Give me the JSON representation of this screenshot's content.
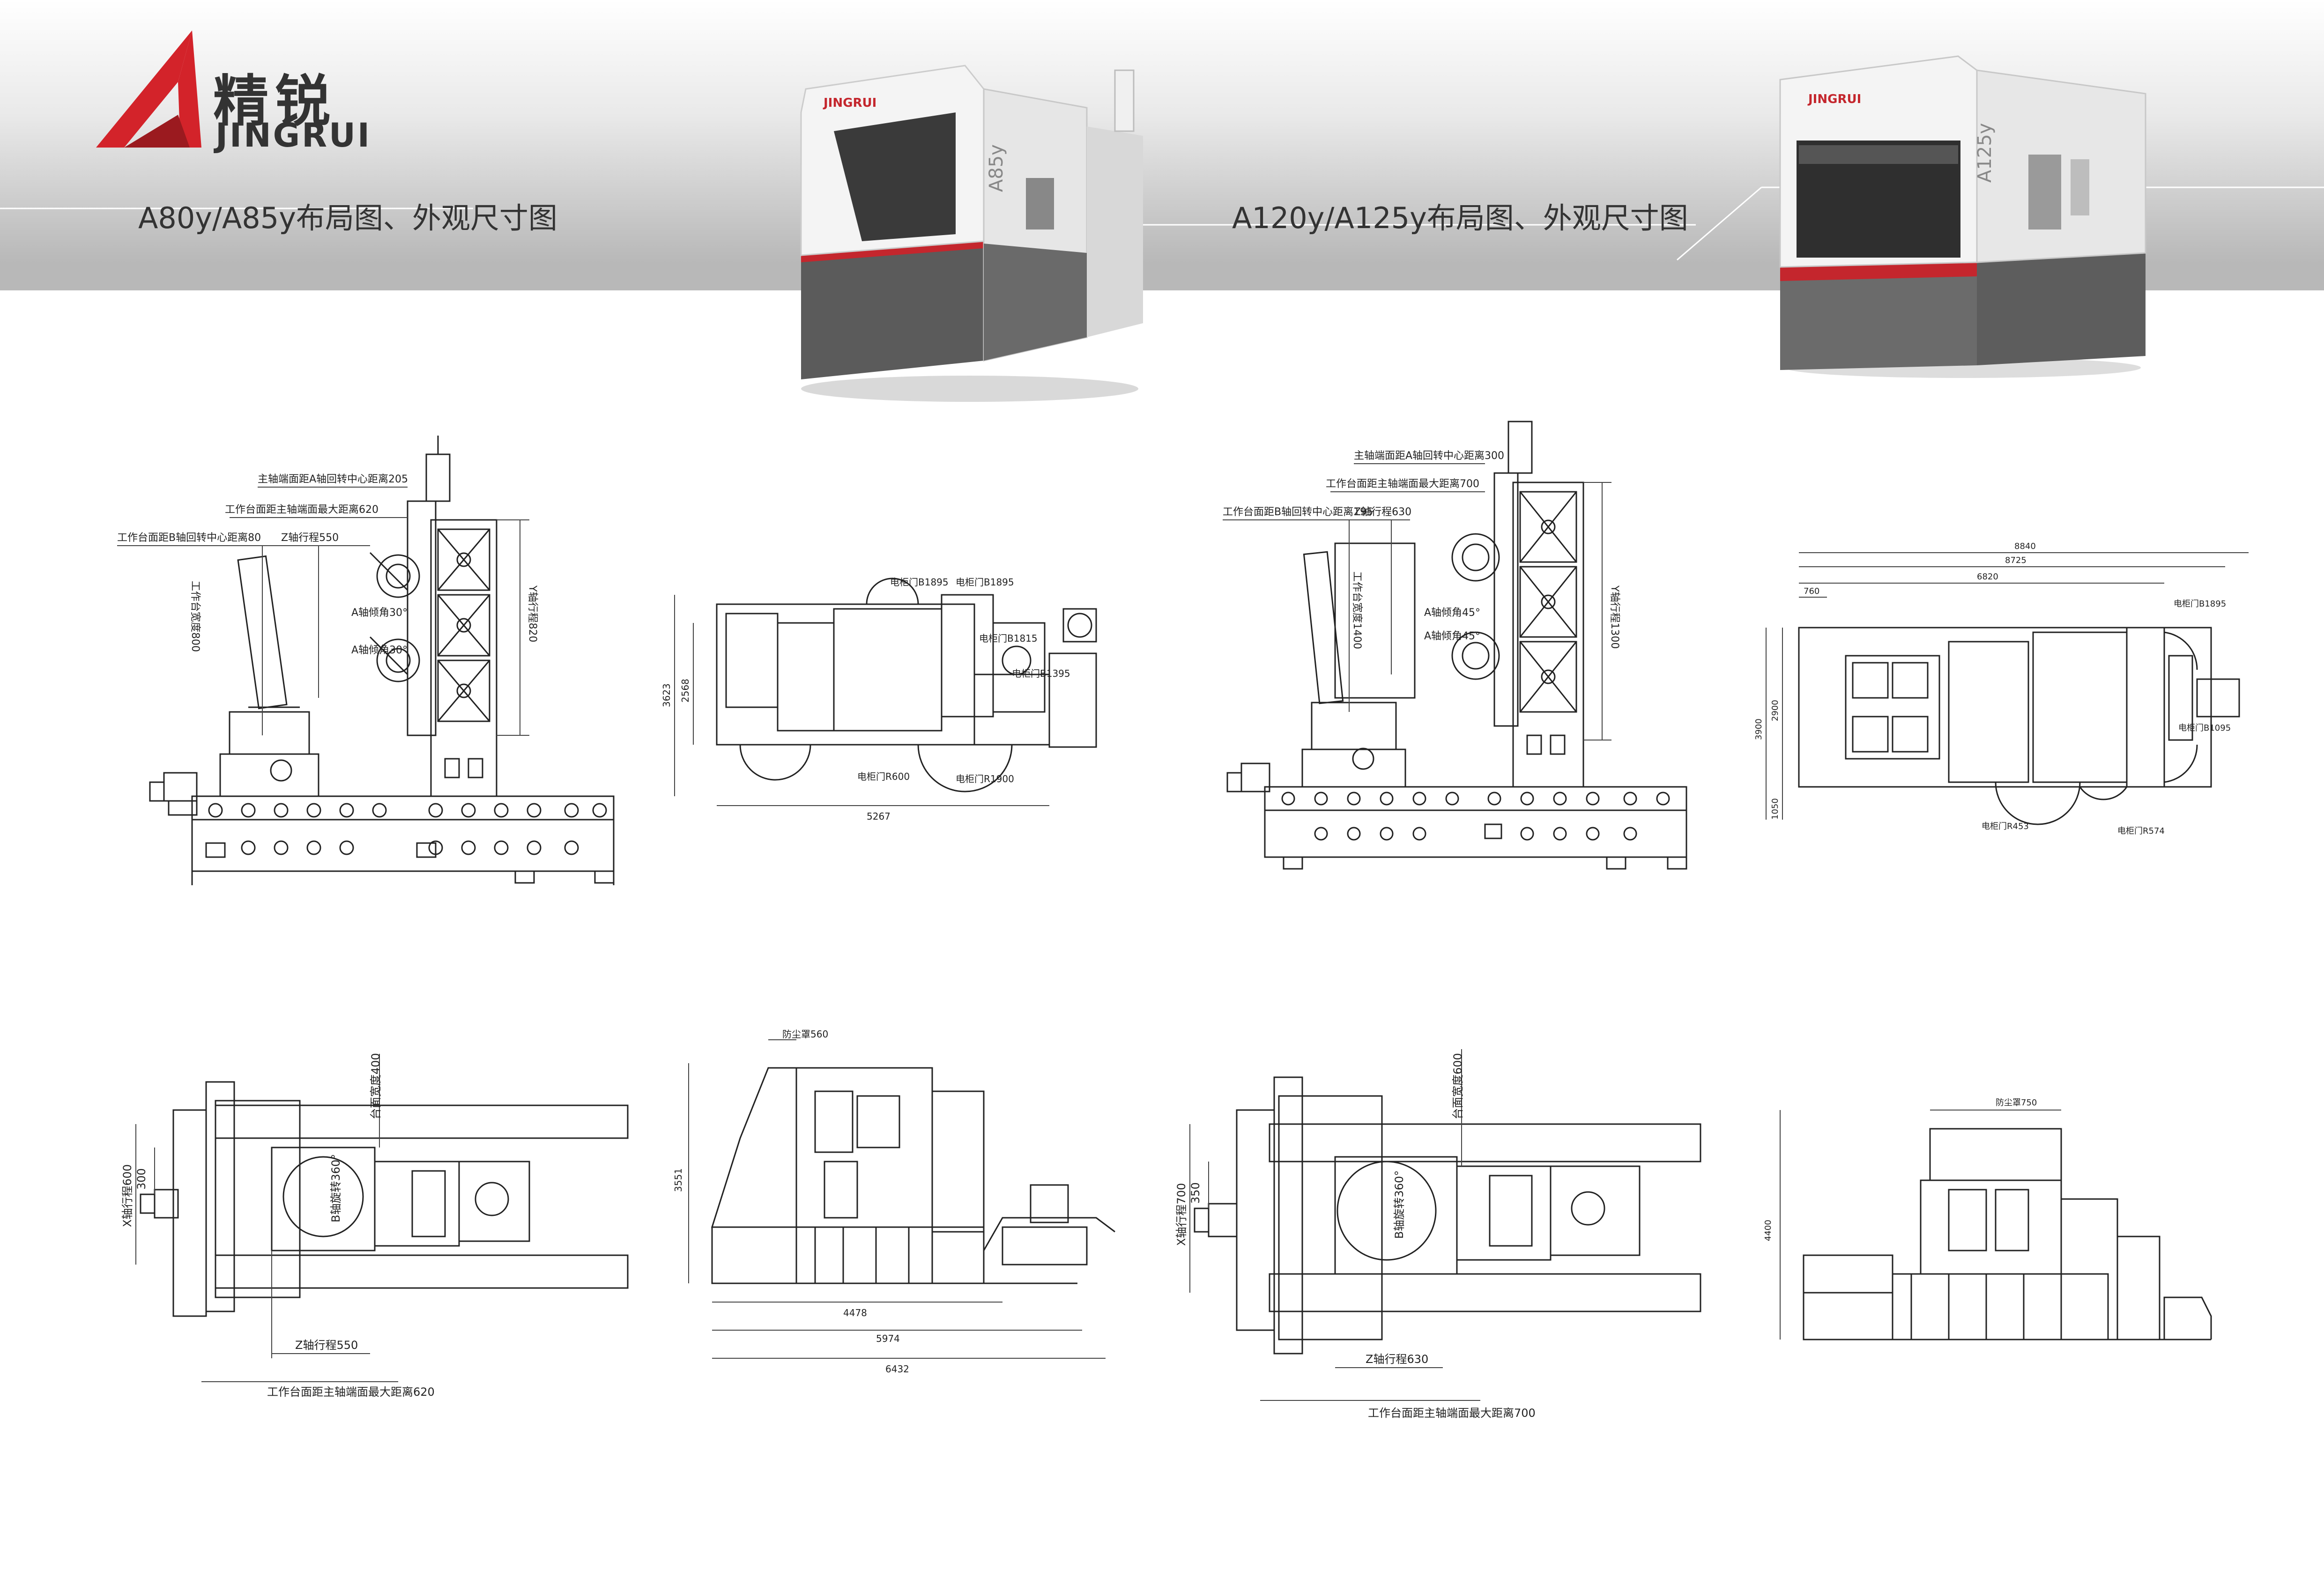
{
  "brand": {
    "name_cn": "精锐",
    "name_en": "JINGRUI",
    "accent_color": "#d3232a",
    "text_color": "#333333"
  },
  "titles": {
    "left": "A80y/A85y布局图、外观尺寸图",
    "right": "A120y/A125y布局图、外观尺寸图"
  },
  "machines": {
    "left_label": "JINGRUI",
    "right_label": "JINGRUI"
  },
  "a80": {
    "side": {
      "spindle_to_a_axis": "主轴端面距A轴回转中心距离205",
      "table_to_spindle": "工作台面距主轴端面最大距离620",
      "table_to_b_axis": "工作台面距B轴回转中心距离80",
      "z_travel": "Z轴行程550",
      "table_width": "工作台宽度800",
      "a_tilt_1": "A轴倾角30°",
      "a_tilt_2": "A轴倾角30°",
      "y_travel": "Y轴行程820"
    },
    "plan": {
      "height": "3623",
      "inner_height": "2568",
      "width": "5267",
      "door_1": "电柜门B1895",
      "door_2": "电柜门B1895",
      "door_3": "电柜门B1815",
      "door_4": "电柜门B1395",
      "radius_1": "电柜门R600",
      "radius_2": "电柜门R1900"
    },
    "top": {
      "table_width": "台面宽度400",
      "x_travel": "X轴行程600",
      "offset": "300",
      "b_rotation": "B轴旋转360°",
      "z_travel": "Z轴行程550",
      "table_to_spindle": "工作台面距主轴端面最大距离620"
    },
    "front": {
      "top_dim": "防尘罩560",
      "height": "3551",
      "w1": "4478",
      "w2": "5974",
      "w3": "6432"
    }
  },
  "a120": {
    "side": {
      "spindle_to_a_axis": "主轴端面距A轴回转中心距离300",
      "table_to_spindle": "工作台面距主轴端面最大距离700",
      "table_to_b_axis": "工作台面距B轴回转中心距离195",
      "z_travel": "Z轴行程630",
      "table_width": "工作台宽度1400",
      "a_tilt_1": "A轴倾角45°",
      "a_tilt_2": "A轴倾角45°",
      "y_travel": "Y轴行程1300"
    },
    "plan": {
      "w_total": "8840",
      "w2": "8725",
      "w3": "6820",
      "w4": "760",
      "height": "3900",
      "h2": "2900",
      "h3": "1050",
      "door_1": "电柜门B1895",
      "door_2": "电柜门B1095",
      "door_3": "电柜门R453",
      "door_4": "电柜门R574"
    },
    "top": {
      "table_width": "台面宽度600",
      "x_travel": "X轴行程700",
      "offset": "350",
      "b_rotation": "B轴旋转360°",
      "z_travel": "Z轴行程630",
      "table_to_spindle": "工作台面距主轴端面最大距离700"
    },
    "front": {
      "top_dim": "防尘罩750",
      "height": "4400"
    }
  }
}
